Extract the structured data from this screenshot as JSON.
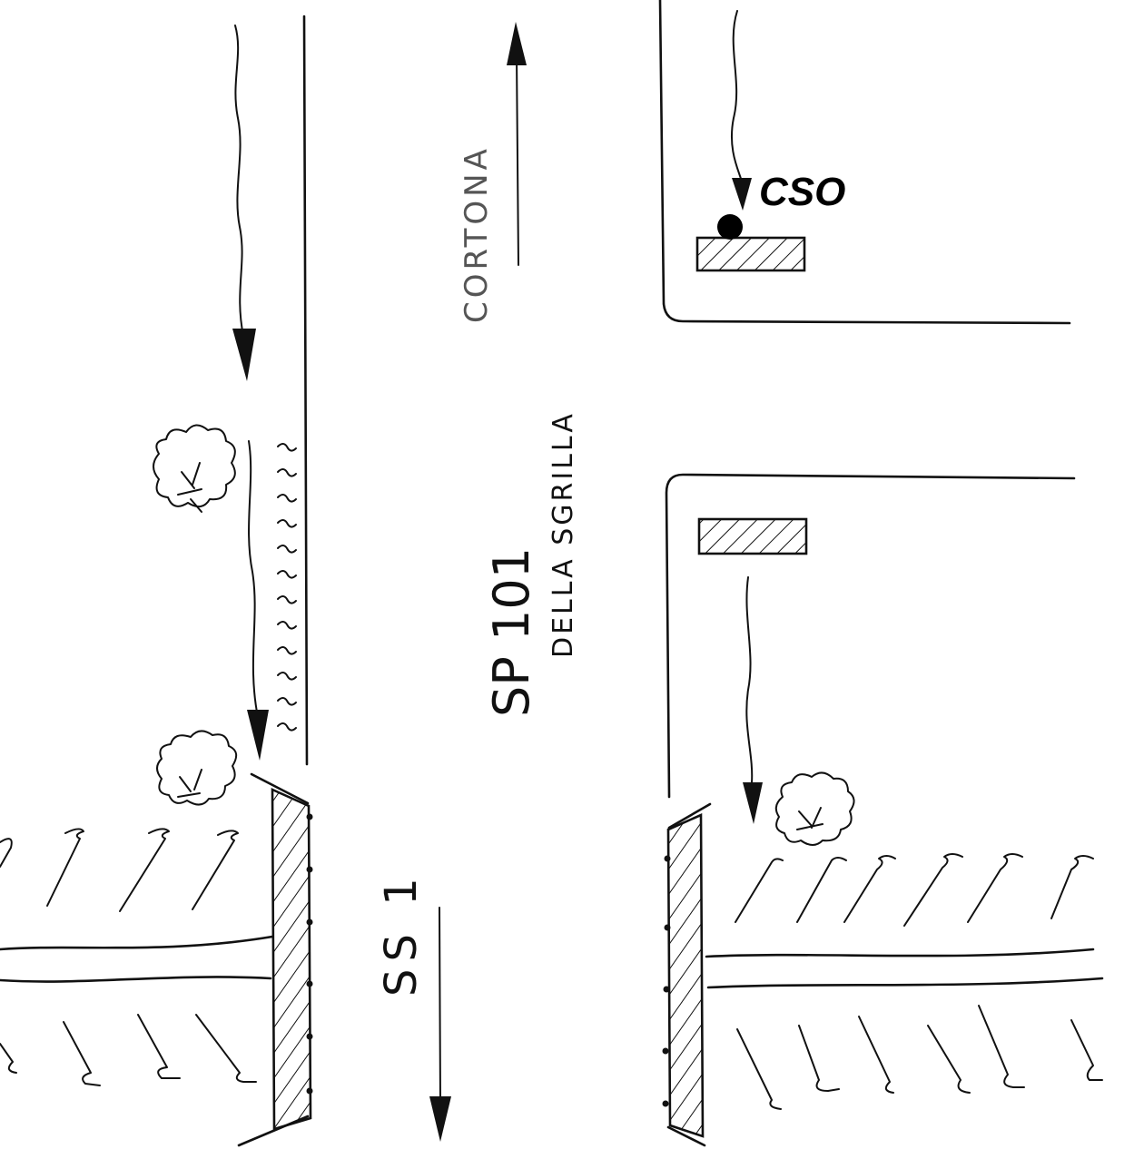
{
  "labels": {
    "cortona": "CORTONA",
    "road_sp": "SP 101",
    "road_name": "DELLA SGRILLA",
    "ss": "SS 1",
    "cso": "CSO"
  },
  "colors": {
    "ink": "#111111",
    "grey_text": "#555555",
    "background": "#ffffff"
  },
  "icons": [
    "tree-icon",
    "arrow-up-icon",
    "arrow-down-icon",
    "point-marker-icon"
  ]
}
